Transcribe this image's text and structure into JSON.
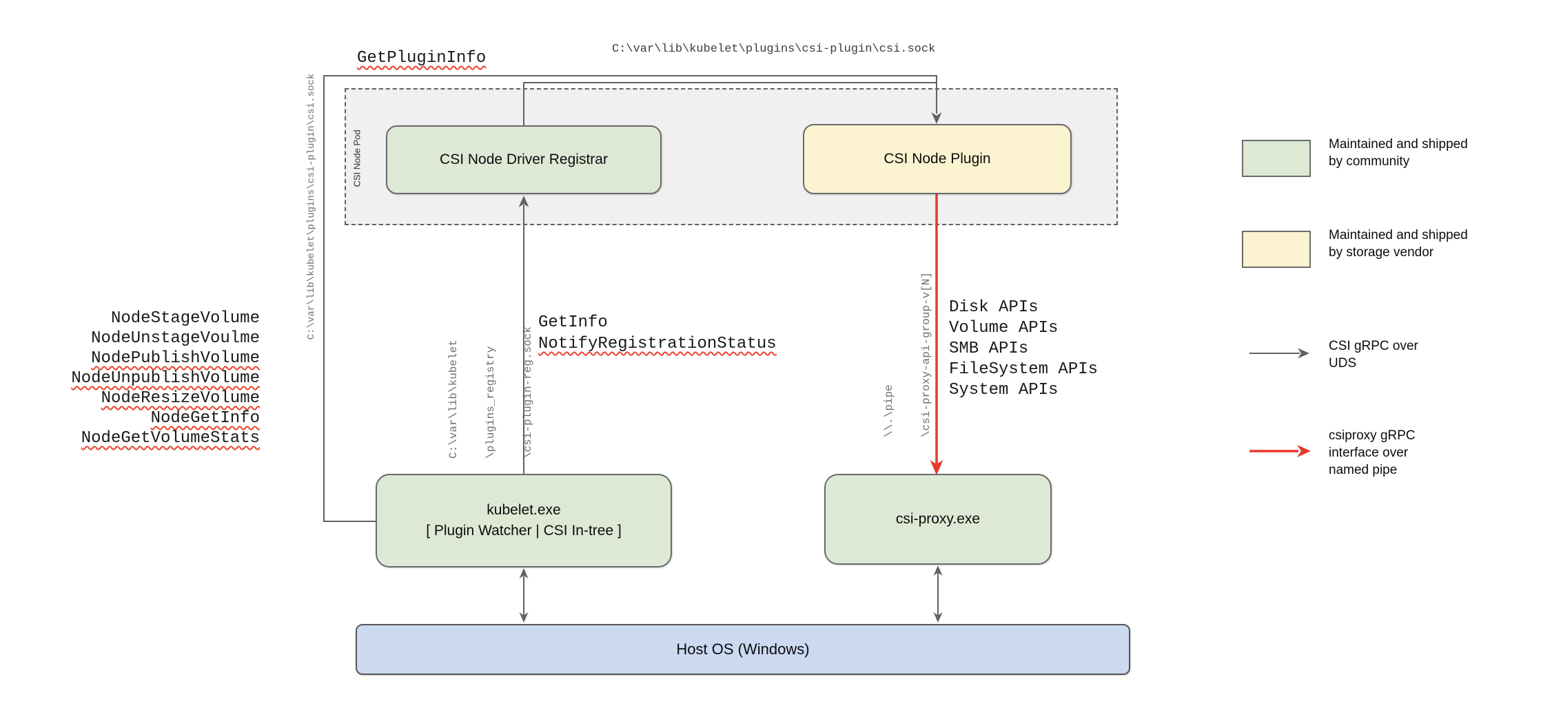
{
  "pod": {
    "label": "CSI Node Pod"
  },
  "boxes": {
    "registrar": {
      "label": "CSI Node Driver Registrar"
    },
    "plugin": {
      "label": "CSI Node Plugin"
    },
    "kubelet": {
      "line1": "kubelet.exe",
      "line2": "[ Plugin Watcher | CSI In-tree ]"
    },
    "csi_proxy": {
      "label": "csi-proxy.exe"
    },
    "host_os": {
      "label": "Host OS (Windows)"
    }
  },
  "paths": {
    "get_plugin_info": "GetPluginInfo",
    "csi_sock_top": "C:\\var\\lib\\kubelet\\plugins\\csi-plugin\\csi.sock",
    "csi_sock_left": "C:\\var\\lib\\kubelet\\plugins\\csi-plugin\\csi.sock",
    "reg_sock_line1": "C:\\var\\lib\\kubelet",
    "reg_sock_line2": "\\plugins_registry",
    "reg_sock_line3": "\\csi-plugin-reg.sock",
    "get_info": "GetInfo",
    "notify_registration_status": "NotifyRegistrationStatus",
    "pipe_line1": "\\\\.\\pipe",
    "pipe_line2": "\\csi-proxy-api-group-v[N]"
  },
  "node_calls": [
    {
      "text": "NodeStageVolume",
      "flagged": false
    },
    {
      "text": "NodeUnstageVoulme",
      "flagged": false
    },
    {
      "text": "NodePublishVolume",
      "flagged": true
    },
    {
      "text": "NodeUnpublishVolume",
      "flagged": true
    },
    {
      "text": "NodeResizeVolume",
      "flagged": true
    },
    {
      "text": "NodeGetInfo",
      "flagged": true
    },
    {
      "text": "NodeGetVolumeStats",
      "flagged": true
    }
  ],
  "proxy_apis": [
    "Disk APIs",
    "Volume APIs",
    "SMB APIs",
    "FileSystem APIs",
    "System APIs"
  ],
  "legend": {
    "community": {
      "line1": "Maintained and shipped",
      "line2": "by community"
    },
    "vendor": {
      "line1": "Maintained and shipped",
      "line2": "by storage vendor"
    },
    "uds": {
      "line1": "CSI gRPC over",
      "line2": "UDS"
    },
    "named_pipe": {
      "line1": "csiproxy gRPC",
      "line2": "interface over",
      "line3": "named pipe"
    }
  },
  "colors": {
    "community_green": "#dde9d5",
    "vendor_yellow": "#fcf3d1",
    "host_blue": "#cbd9f1",
    "pod_gray": "#f0f0f0",
    "line_gray": "#616161",
    "csiproxy_red": "#e8392b",
    "spellcheck_red": "#e8442c"
  }
}
